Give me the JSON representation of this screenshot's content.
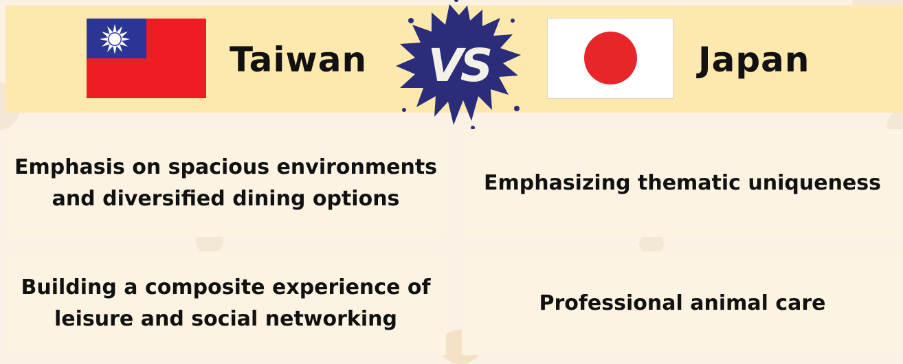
{
  "header": {
    "left_country": "Taiwan",
    "right_country": "Japan",
    "versus": "VS"
  },
  "flags": {
    "taiwan": {
      "icon": "taiwan-flag",
      "colors": {
        "field": "#ee1c25",
        "canton": "#2b3593",
        "sun": "#ffffff"
      }
    },
    "japan": {
      "icon": "japan-flag",
      "colors": {
        "field": "#ffffff",
        "disc": "#e8262a"
      }
    }
  },
  "comparisons": [
    {
      "taiwan": "Emphasis on spacious environments and diversified dining options",
      "japan": "Emphasizing thematic uniqueness"
    },
    {
      "taiwan": "Building a composite experience of leisure and social networking",
      "japan": "Professional animal care"
    }
  ],
  "colors": {
    "banner": "#fde8ad",
    "background": "#fbf1e4",
    "card": "#fdf3e3",
    "vs_splash": "#2b2c7a"
  }
}
